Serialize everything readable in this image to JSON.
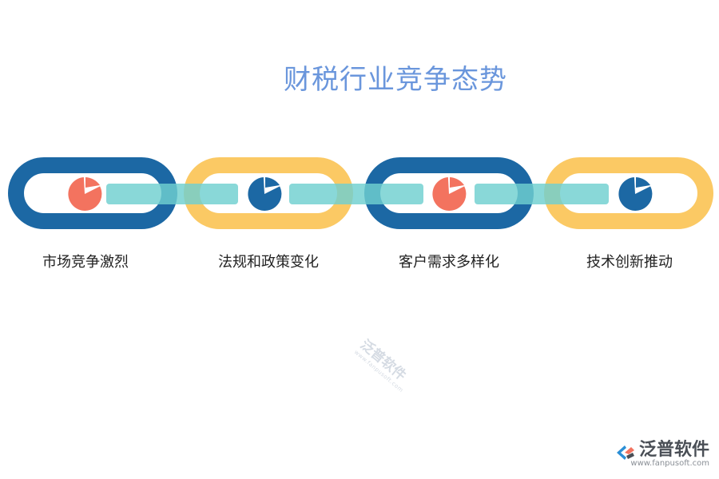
{
  "title": "财税行业竞争态势",
  "items": [
    {
      "label": "市场竞争激烈",
      "ring_color": "#1c68a4",
      "icon": "pie-chart-icon",
      "icon_color": "#f3735f"
    },
    {
      "label": "法规和政策变化",
      "ring_color": "#fbc964",
      "icon": "pie-chart-icon",
      "icon_color": "#1c68a4"
    },
    {
      "label": "客户需求多样化",
      "ring_color": "#1c68a4",
      "icon": "pie-chart-icon",
      "icon_color": "#f3735f"
    },
    {
      "label": "技术创新推动",
      "ring_color": "#fbc964",
      "icon": "pie-chart-icon",
      "icon_color": "#1c68a4"
    }
  ],
  "connector_color": "#6fd0d0",
  "watermark": {
    "name": "泛普软件",
    "sub": "www.fanpusoft.com"
  },
  "brand": {
    "name": "泛普软件",
    "url": "www.fanpusoft.com"
  }
}
